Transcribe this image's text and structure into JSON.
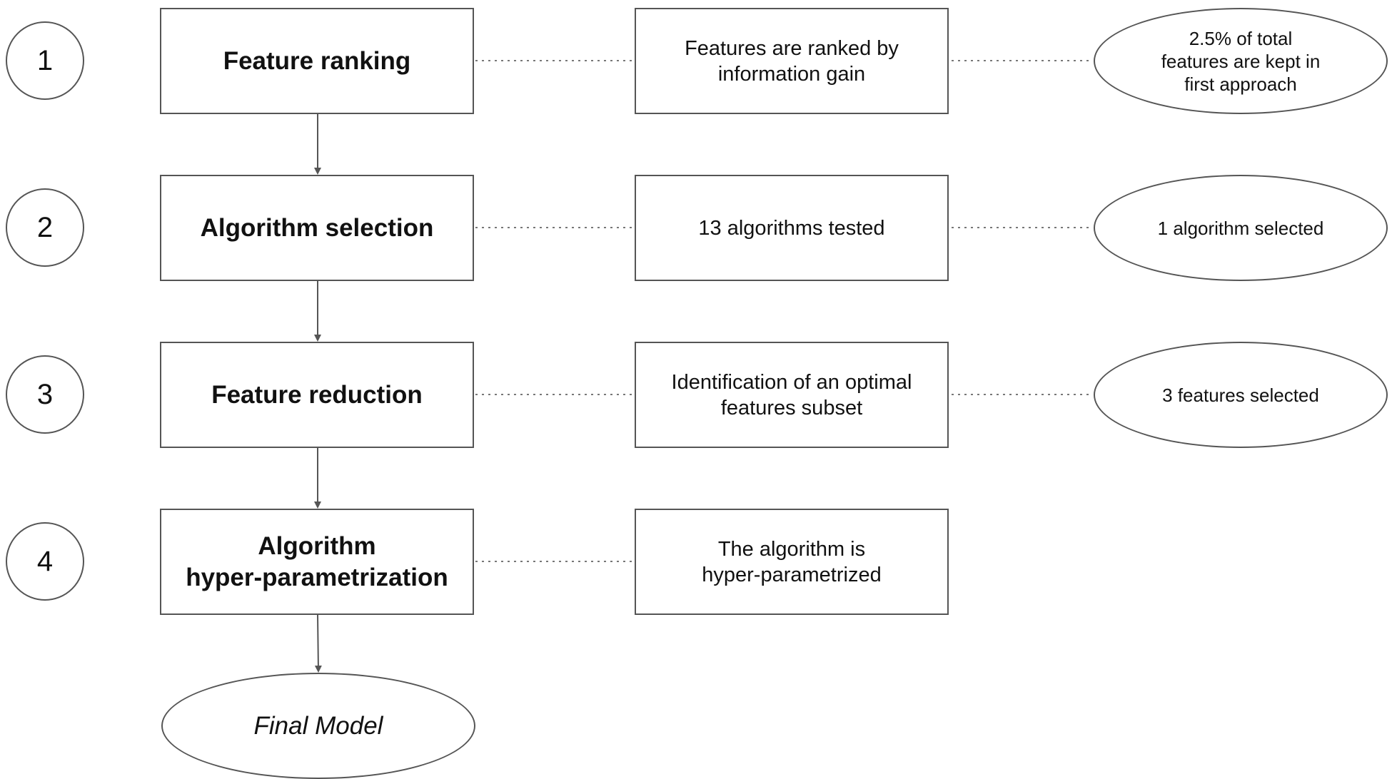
{
  "steps": [
    {
      "number": "1",
      "title": "Feature ranking",
      "description": "Features are ranked by\ninformation gain",
      "result": "2.5% of total\nfeatures are kept in\nfirst approach"
    },
    {
      "number": "2",
      "title": "Algorithm selection",
      "description": "13 algorithms tested",
      "result": "1 algorithm selected"
    },
    {
      "number": "3",
      "title": "Feature reduction",
      "description": "Identification of an optimal\nfeatures subset",
      "result": "3 features selected"
    },
    {
      "number": "4",
      "title": "Algorithm\nhyper-parametrization",
      "description": "The algorithm is\nhyper-parametrized"
    }
  ],
  "final": {
    "label": "Final Model"
  },
  "colors": {
    "stroke": "#555555",
    "connector": "#777777",
    "text": "#111111"
  }
}
